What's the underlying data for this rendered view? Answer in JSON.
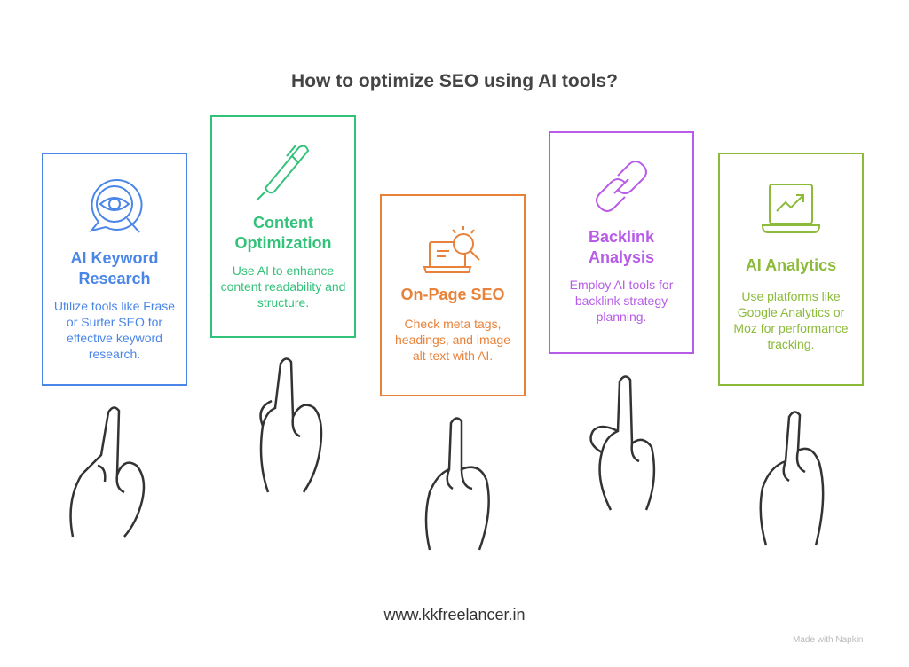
{
  "title": "How to optimize SEO using AI tools?",
  "cards": [
    {
      "title1": "AI Keyword",
      "title2": "Research",
      "desc": "Utilize tools like Frase or Surfer SEO for effective keyword research.",
      "icon": "eye-search-icon",
      "color": "#4a86e8"
    },
    {
      "title1": "Content",
      "title2": "Optimization",
      "desc": "Use AI to enhance content readability and structure.",
      "icon": "pen-icon",
      "color": "#33c27a"
    },
    {
      "title1": "On-Page SEO",
      "title2": "",
      "desc": "Check meta tags, headings, and image alt text with AI.",
      "icon": "laptop-search-icon",
      "color": "#e8823a"
    },
    {
      "title1": "Backlink",
      "title2": "Analysis",
      "desc": "Employ AI tools for backlink strategy planning.",
      "icon": "link-icon",
      "color": "#b85ce8"
    },
    {
      "title1": "AI Analytics",
      "title2": "",
      "desc": "Use platforms like Google Analytics or Moz for performance tracking.",
      "icon": "laptop-chart-icon",
      "color": "#8cbb3a"
    }
  ],
  "footer": "www.kkfreelancer.in",
  "watermark": "Made with Napkin"
}
